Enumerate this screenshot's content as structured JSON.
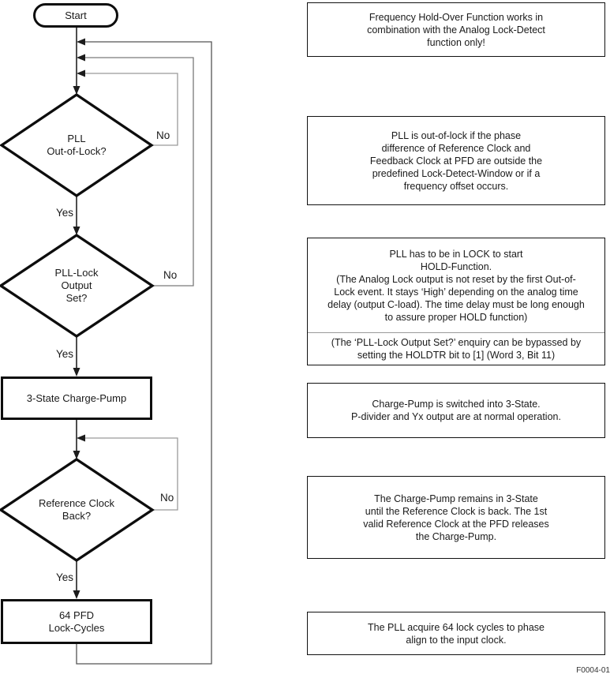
{
  "flowchart": {
    "start_label": "Start",
    "nodes": [
      {
        "id": "pll-out-of-lock",
        "type": "decision",
        "lines": [
          "PLL",
          "Out-of-Lock?"
        ]
      },
      {
        "id": "pll-lock-output-set",
        "type": "decision",
        "lines": [
          "PLL-Lock",
          "Output",
          "Set?"
        ]
      },
      {
        "id": "three-state-charge-pump",
        "type": "process",
        "lines": [
          "3-State Charge-Pump"
        ]
      },
      {
        "id": "reference-clock-back",
        "type": "decision",
        "lines": [
          "Reference Clock",
          "Back?"
        ]
      },
      {
        "id": "64-pfd-lock-cycles",
        "type": "process",
        "lines": [
          "64 PFD",
          "Lock-Cycles"
        ]
      }
    ],
    "branch_labels": {
      "yes": "Yes",
      "no": "No"
    }
  },
  "annotations": [
    {
      "lines": [
        "Frequency Hold-Over Function works in",
        "combination with the Analog Lock-Detect",
        "function only!"
      ]
    },
    {
      "lines": [
        "PLL is out-of-lock if the phase",
        "difference of Reference Clock and",
        "Feedback Clock at PFD are outside the",
        "predefined Lock-Detect-Window or if a",
        "frequency offset occurs."
      ]
    },
    {
      "lines": [
        "PLL has to be in LOCK to start",
        "HOLD-Function.",
        "(The Analog Lock output is not reset by the first Out-of-",
        "Lock event. It stays ‘High’ depending on the analog time",
        "delay (output C-load). The time delay must be long enough",
        "to assure proper HOLD function)"
      ],
      "note_lines": [
        "(The ‘PLL-Lock Output Set?’ enquiry can be bypassed by",
        "setting the HOLDTR bit to [1] (Word 3, Bit 11)"
      ]
    },
    {
      "lines": [
        "Charge-Pump is switched into 3-State.",
        "P-divider and Yx output are at normal operation."
      ]
    },
    {
      "lines": [
        "The Charge-Pump remains in 3-State",
        "until the Reference Clock is back. The 1st",
        "valid Reference Clock at the PFD releases",
        "the Charge-Pump."
      ]
    },
    {
      "lines": [
        "The PLL acquire 64 lock cycles to phase",
        "align to the input clock."
      ]
    }
  ],
  "figure_id": "F0004-01",
  "colors": {
    "shape_border": "#0d0d0d",
    "spine_line": "#222222",
    "loop_outer": "#555555",
    "loop_middle": "#7a7a7a",
    "loop_inner": "#9a9a9a",
    "arrowhead": "#1c1c1c",
    "annotation_border": "#111111",
    "annotation_divider": "#9a9a9a",
    "text": "#1a1a1a"
  }
}
